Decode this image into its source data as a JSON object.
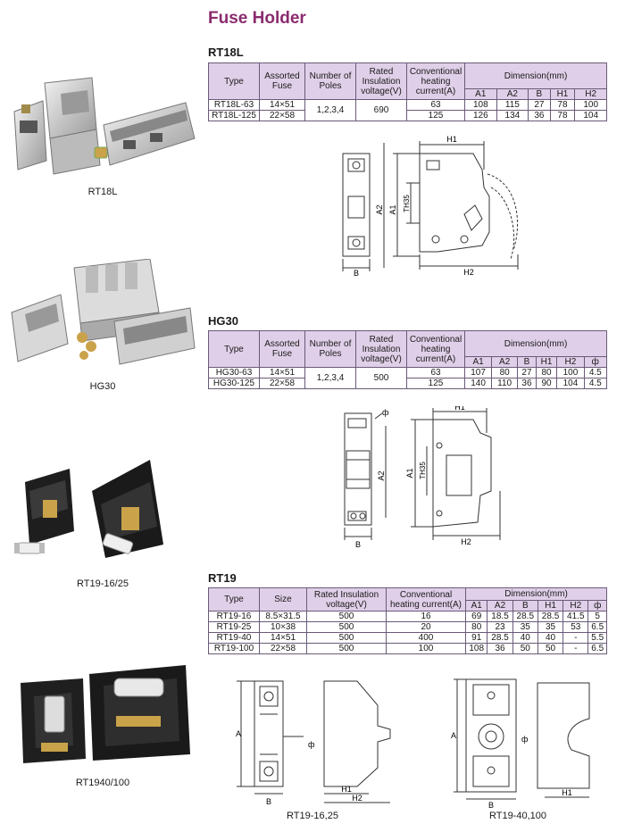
{
  "page_title": "Fuse Holder",
  "products": [
    {
      "caption": "RT18L",
      "icon": "rt18l-photo"
    },
    {
      "caption": "HG30",
      "icon": "hg30-photo"
    },
    {
      "caption": "RT19-16/25",
      "icon": "rt19-16-25-photo"
    },
    {
      "caption": "RT1940/100",
      "icon": "rt1940-100-photo"
    }
  ],
  "rt18l": {
    "heading": "RT18L",
    "headers": {
      "type": "Type",
      "fuse": "Assorted Fuse",
      "poles": "Number of Poles",
      "voltage": "Rated Insulation voltage(V)",
      "current": "Conventional heating current(A)",
      "dimension": "Dimension(mm)",
      "a1": "A1",
      "a2": "A2",
      "b": "B",
      "h1": "H1",
      "h2": "H2"
    },
    "poles": "1,2,3,4",
    "voltage": "690",
    "rows": [
      {
        "type": "RT18L-63",
        "fuse": "14×51",
        "current": "63",
        "a1": "108",
        "a2": "115",
        "b": "27",
        "h1": "78",
        "h2": "100"
      },
      {
        "type": "RT18L-125",
        "fuse": "22×58",
        "current": "125",
        "a1": "126",
        "a2": "134",
        "b": "36",
        "h1": "78",
        "h2": "104"
      }
    ],
    "diagram": {
      "h1": "H1",
      "h2": "H2",
      "a1": "A1",
      "a2": "A2",
      "b": "B",
      "th35": "TH35"
    }
  },
  "hg30": {
    "heading": "HG30",
    "headers": {
      "type": "Type",
      "fuse": "Assorted Fuse",
      "poles": "Number of Poles",
      "voltage": "Rated Insulation voltage(V)",
      "current": "Conventional heating current(A)",
      "dimension": "Dimension(mm)",
      "a1": "A1",
      "a2": "A2",
      "b": "B",
      "h1": "H1",
      "h2": "H2",
      "phi": "ф"
    },
    "poles": "1,2,3,4",
    "voltage": "500",
    "rows": [
      {
        "type": "HG30-63",
        "fuse": "14×51",
        "current": "63",
        "a1": "107",
        "a2": "80",
        "b": "27",
        "h1": "80",
        "h2": "100",
        "phi": "4.5"
      },
      {
        "type": "HG30-125",
        "fuse": "22×58",
        "current": "125",
        "a1": "140",
        "a2": "110",
        "b": "36",
        "h1": "90",
        "h2": "104",
        "phi": "4.5"
      }
    ],
    "diagram": {
      "h1": "H1",
      "h2": "H2",
      "a1": "A1",
      "a2": "A2",
      "b": "B",
      "th35": "TH35",
      "phi": "ф"
    }
  },
  "rt19": {
    "heading": "RT19",
    "headers": {
      "type": "Type",
      "size": "Size",
      "voltage": "Rated Insulation voltage(V)",
      "current": "Conventional heating current(A)",
      "dimension": "Dimension(mm)",
      "a1": "A1",
      "a2": "A2",
      "b": "B",
      "h1": "H1",
      "h2": "H2",
      "phi": "ф"
    },
    "rows": [
      {
        "type": "RT19-16",
        "size": "8.5×31.5",
        "voltage": "500",
        "current": "16",
        "a1": "69",
        "a2": "18.5",
        "b": "28.5",
        "h1": "28.5",
        "h2": "41.5",
        "phi": "5"
      },
      {
        "type": "RT19-25",
        "size": "10×38",
        "voltage": "500",
        "current": "20",
        "a1": "80",
        "a2": "23",
        "b": "35",
        "h1": "35",
        "h2": "53",
        "phi": "6.5"
      },
      {
        "type": "RT19-40",
        "size": "14×51",
        "voltage": "500",
        "current": "400",
        "a1": "91",
        "a2": "28.5",
        "b": "40",
        "h1": "40",
        "h2": "-",
        "phi": "5.5"
      },
      {
        "type": "RT19-100",
        "size": "22×58",
        "voltage": "500",
        "current": "100",
        "a1": "108",
        "a2": "36",
        "b": "50",
        "h1": "50",
        "h2": "-",
        "phi": "6.5"
      }
    ],
    "diagrams": [
      {
        "caption": "RT19-16,25",
        "a": "A",
        "b": "B",
        "h1": "H1",
        "h2": "H2",
        "phi": "ф"
      },
      {
        "caption": "RT19-40,100",
        "a": "A",
        "b": "B",
        "h1": "H1",
        "phi": "ф"
      }
    ]
  }
}
